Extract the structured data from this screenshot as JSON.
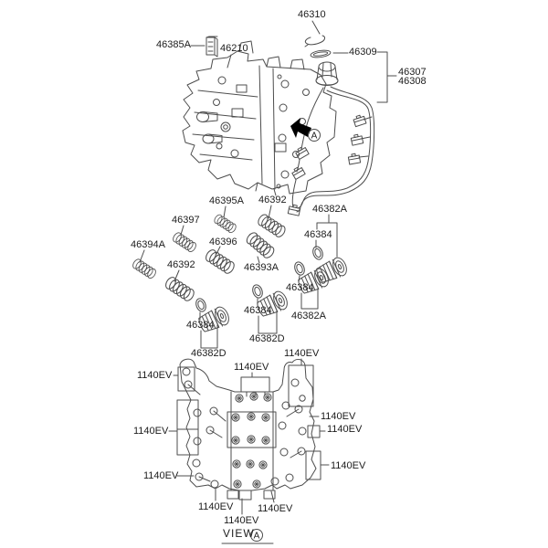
{
  "colors": {
    "background": "#ffffff",
    "line": "#4d4d4d",
    "text": "#1c1c1c",
    "arrow": "#000000"
  },
  "callouts": {
    "c46310": "46310",
    "c46385A": "46385A",
    "c46210": "46210",
    "c46309": "46309",
    "c46307": "46307",
    "c46308": "46308",
    "c46395A": "46395A",
    "c46392": "46392",
    "c46397": "46397",
    "c46394A": "46394A",
    "c46396": "46396",
    "c46393A": "46393A",
    "c46384": "46384",
    "c46382A": "46382A",
    "c46382D": "46382D",
    "c1140EV": "1140EV"
  },
  "direction_marker": "A",
  "view_footer": {
    "label": "VIEW",
    "marker": "A"
  }
}
